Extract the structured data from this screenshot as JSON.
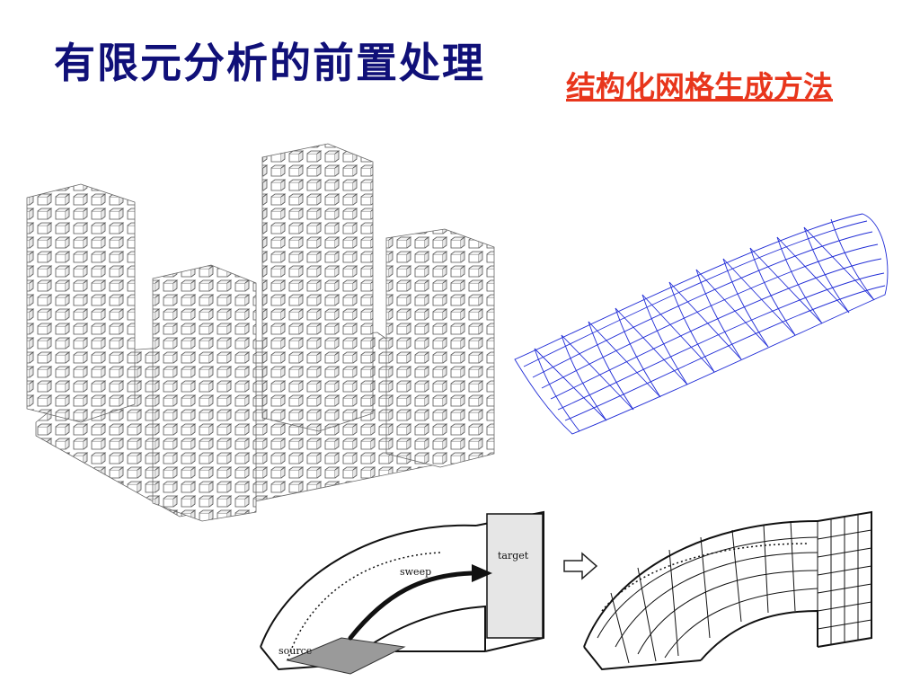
{
  "slide": {
    "title": "有限元分析的前置处理",
    "subtitle": "结构化网格生成方法"
  },
  "figures": {
    "sweep_diagram": {
      "sweep_label": "sweep",
      "target_label": "target",
      "source_label": "source"
    }
  },
  "colors": {
    "title": "#101078",
    "subtitle": "#e8361c",
    "mesh_lines": "#1f2bd6"
  },
  "icons": [
    "right-arrow-icon"
  ]
}
